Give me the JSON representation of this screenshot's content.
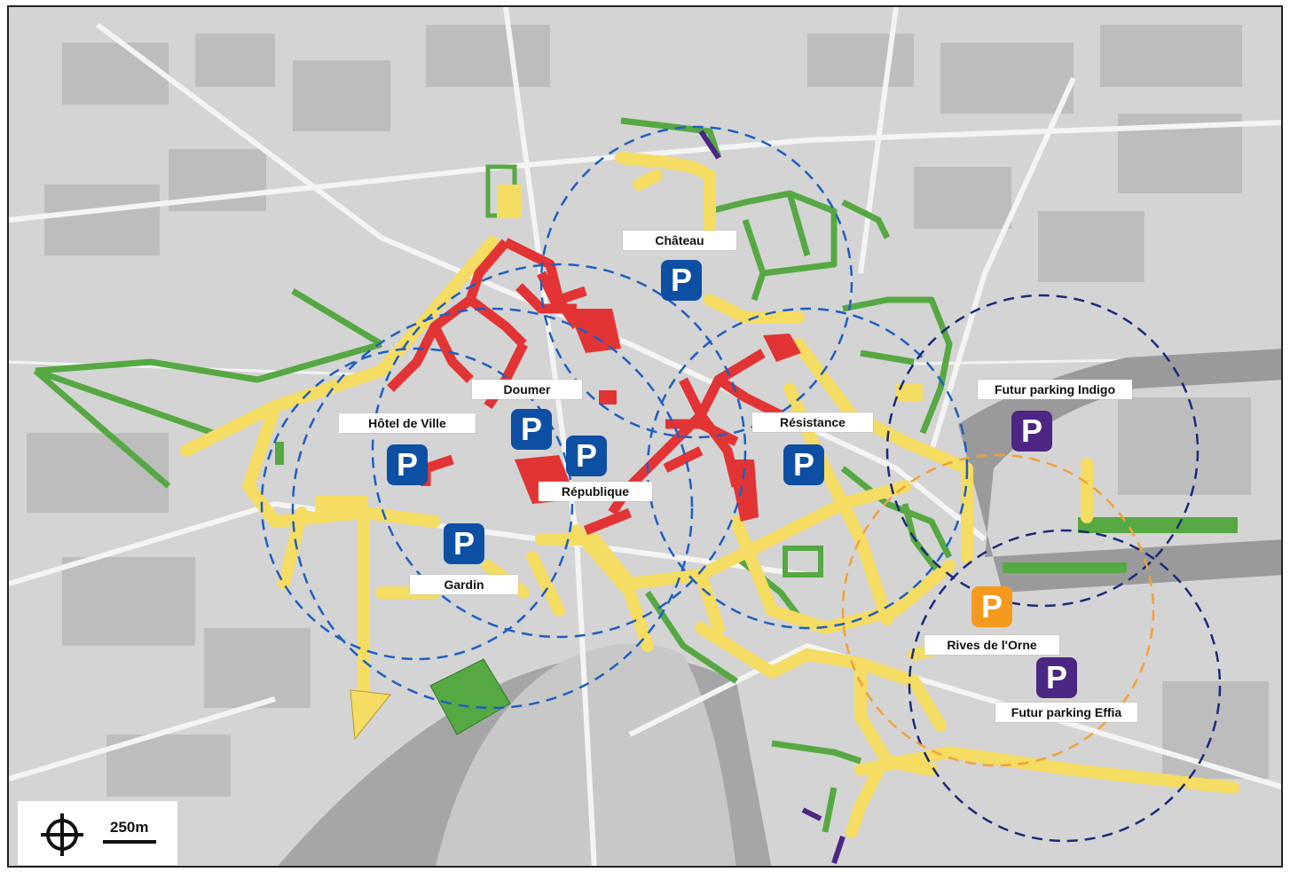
{
  "colors": {
    "blue": "#0d4fa3",
    "purple": "#4b2682",
    "orange": "#f39a1e",
    "red_zone": "#e23434",
    "yellow_zone": "#f5dc63",
    "green_zone": "#56a843",
    "circle_blue": "#1f5fbf",
    "circle_navy": "#1c2a7a",
    "circle_orange": "#f0a23a"
  },
  "parkings": [
    {
      "id": "chateau",
      "label": "Château",
      "type": "existing",
      "p": "P"
    },
    {
      "id": "doumer",
      "label": "Doumer",
      "type": "existing",
      "p": "P"
    },
    {
      "id": "hotel-de-ville",
      "label": "Hôtel de Ville",
      "type": "existing",
      "p": "P"
    },
    {
      "id": "republique",
      "label": "République",
      "type": "existing",
      "p": "P"
    },
    {
      "id": "resistance",
      "label": "Résistance",
      "type": "existing",
      "p": "P"
    },
    {
      "id": "gardin",
      "label": "Gardin",
      "type": "existing",
      "p": "P"
    },
    {
      "id": "futur-indigo",
      "label": "Futur parking Indigo",
      "type": "future",
      "p": "P"
    },
    {
      "id": "rives-orne",
      "label": "Rives de l'Orne",
      "type": "existing-orange",
      "p": "P"
    },
    {
      "id": "futur-effia",
      "label": "Futur parking Effia",
      "type": "future",
      "p": "P"
    }
  ],
  "scale": {
    "label": "250m",
    "icon": "crosshair-compass-icon"
  }
}
